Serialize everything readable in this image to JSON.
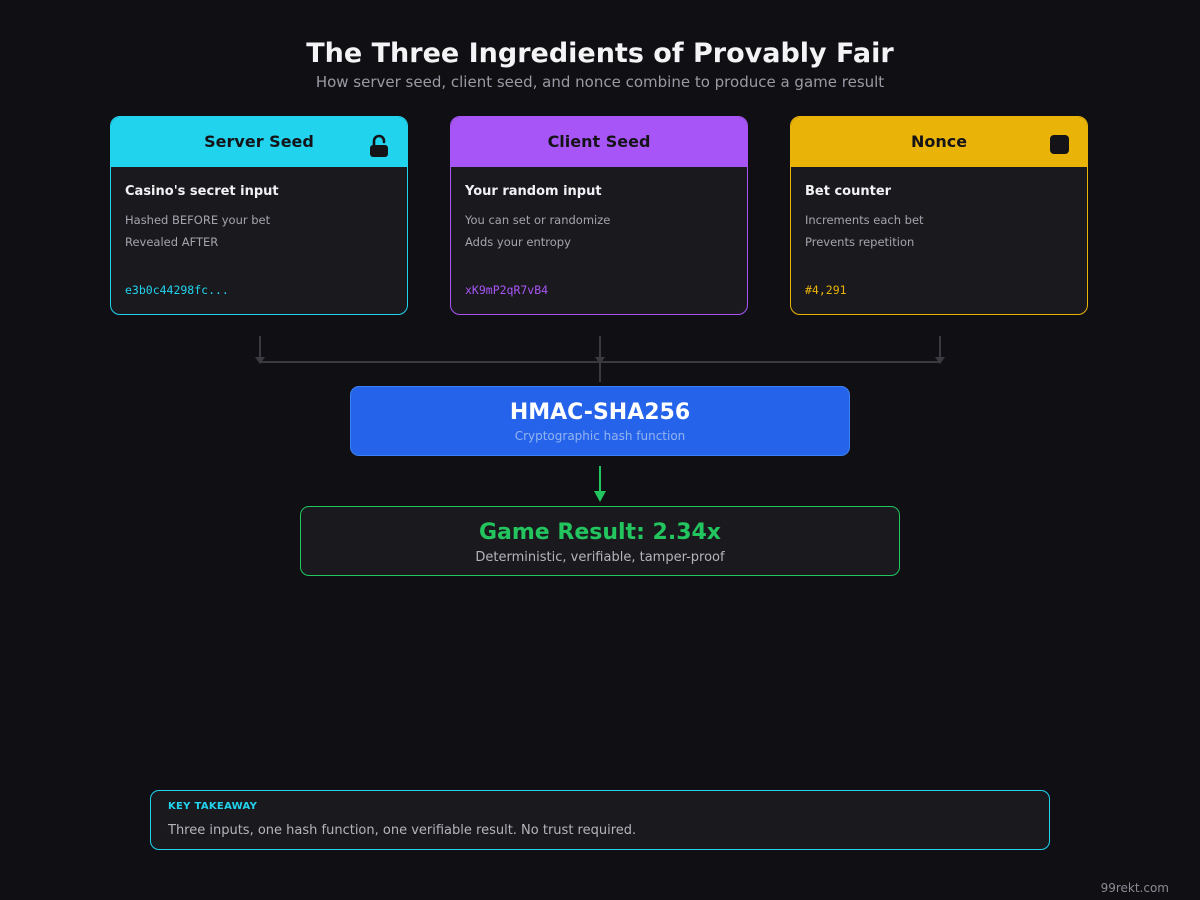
{
  "header": {
    "title": "The Three Ingredients of Provably Fair",
    "subtitle": "How server seed, client seed, and nonce combine to produce a game result"
  },
  "cards": [
    {
      "heading": "Server Seed",
      "icon": "unlocked-padlock-icon",
      "title": "Casino's secret input",
      "lines": [
        "Hashed BEFORE your bet",
        "Revealed AFTER"
      ],
      "value": "e3b0c44298fc...",
      "color": "#22d3ee"
    },
    {
      "heading": "Client Seed",
      "title": "Your random input",
      "lines": [
        "You can set or randomize",
        "Adds your entropy"
      ],
      "value": "xK9mP2qR7vB4",
      "color": "#a855f7"
    },
    {
      "heading": "Nonce",
      "icon": "square-icon",
      "title": "Bet counter",
      "lines": [
        "Increments each bet",
        "Prevents repetition"
      ],
      "value": "#4,291",
      "color": "#eab308"
    }
  ],
  "hmac": {
    "title": "HMAC-SHA256",
    "subtitle": "Cryptographic hash function",
    "color": "#2563eb"
  },
  "result": {
    "title": "Game Result: 2.34x",
    "subtitle": "Deterministic, verifiable, tamper-proof",
    "color": "#22c55e"
  },
  "takeaway": {
    "label": "KEY TAKEAWAY",
    "text": "Three inputs, one hash function, one verifiable result. No trust required."
  },
  "footer": {
    "watermark": "99rekt.com"
  }
}
